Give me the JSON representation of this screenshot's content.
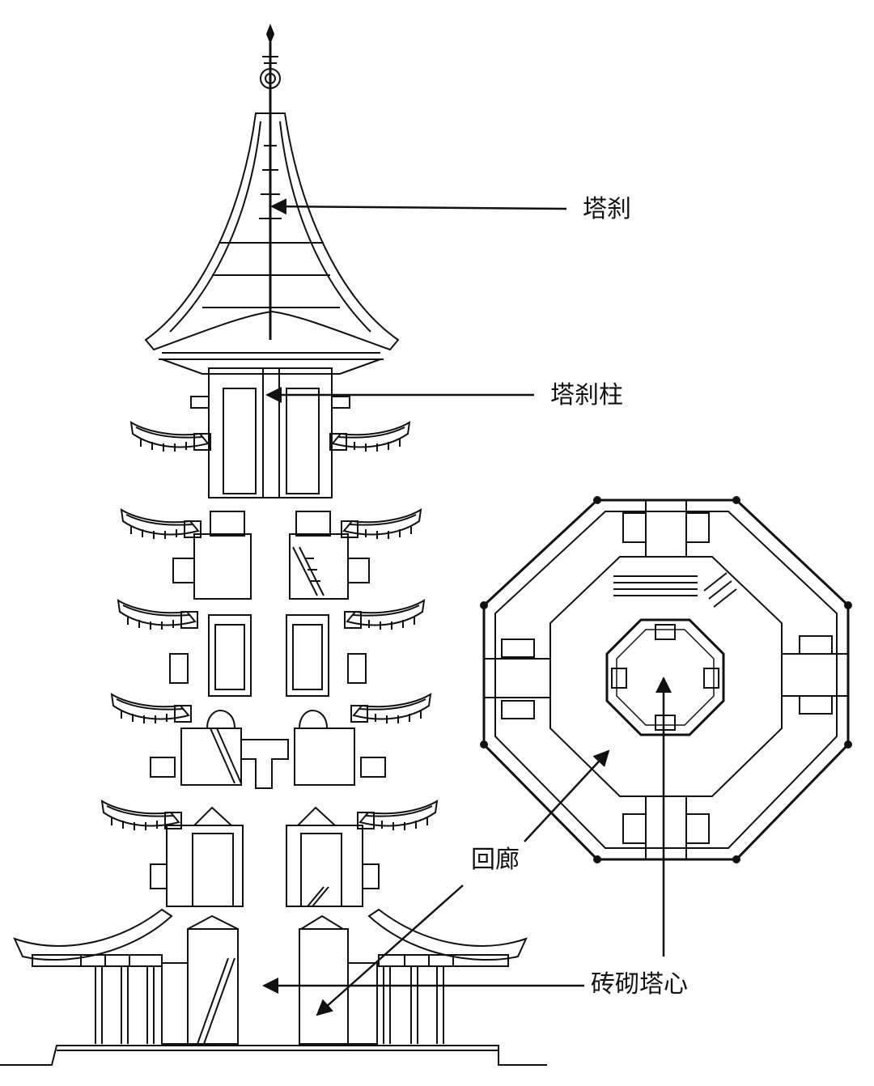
{
  "labels": {
    "spire": "塔刹",
    "spire_pole": "塔刹柱",
    "corridor": "回廊",
    "brick_core": "砖砌塔心"
  },
  "colors": {
    "ink": "#111111",
    "paper": "#ffffff"
  }
}
